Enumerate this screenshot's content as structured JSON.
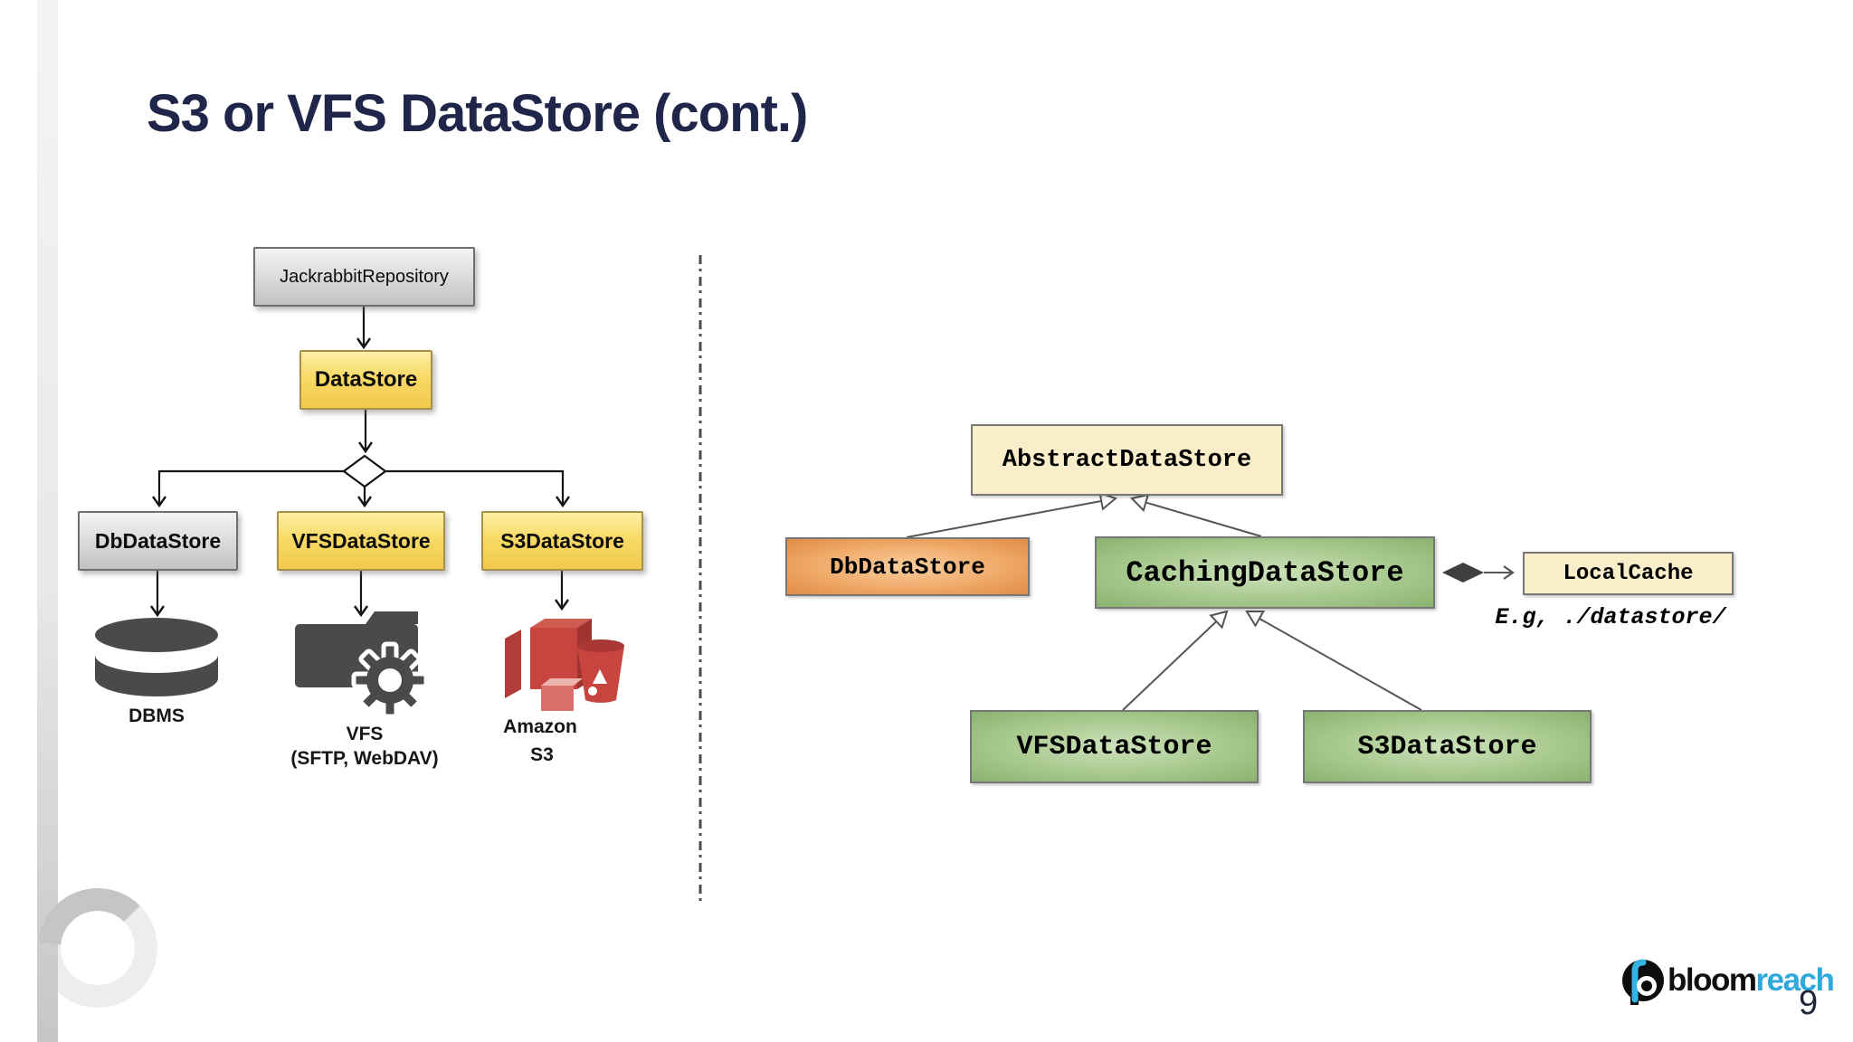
{
  "title": "S3 or VFS DataStore (cont.)",
  "page_number": "9",
  "brand": {
    "bloom": "bloom",
    "reach": "reach"
  },
  "left_diagram": {
    "jackrabbit_repository": "JackrabbitRepository",
    "datastore": "DataStore",
    "db_datastore": "DbDataStore",
    "vfs_datastore": "VFSDataStore",
    "s3_datastore": "S3DataStore",
    "dbms_label": "DBMS",
    "vfs_label": "VFS",
    "vfs_sublabel": "(SFTP, WebDAV)",
    "amazon_label": "Amazon",
    "amazon_sublabel": "S3"
  },
  "right_diagram": {
    "abstract_datastore": "AbstractDataStore",
    "db_datastore": "DbDataStore",
    "caching_datastore": "CachingDataStore",
    "local_cache": "LocalCache",
    "vfs_datastore": "VFSDataStore",
    "s3_datastore": "S3DataStore",
    "annotation": "E.g, ./datastore/"
  },
  "colors": {
    "title_text": "#20264a",
    "yellow_box": "#f8da66",
    "gray_box": "#dcdcdd",
    "cream_box": "#faedca",
    "orange_box": "#f0aa6a",
    "green_box": "#a7c98e",
    "brand_blue": "#2fa9dd",
    "icon_dark": "#4a4a4d",
    "icon_red": "#c8443f"
  }
}
